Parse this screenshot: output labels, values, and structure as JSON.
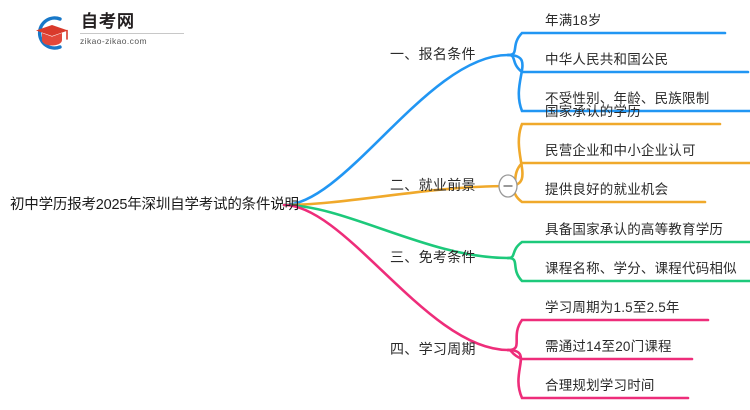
{
  "logo": {
    "name": "自考网",
    "domain": "zikao-zikao.com",
    "mark_icon": "graduation-cap-icon",
    "arc_color": "#1878C8",
    "cap_color": "#D93A2B"
  },
  "mindmap": {
    "root": {
      "label": "初中学历报考2025年深圳自学考试的条件说明"
    },
    "branches": [
      {
        "label": "一、报名条件",
        "color": "#2196F3",
        "collapsed_toggle": false,
        "children": [
          {
            "label": "年满18岁"
          },
          {
            "label": "中华人民共和国公民"
          },
          {
            "label": "不受性别、年龄、民族限制"
          }
        ]
      },
      {
        "label": "二、就业前景",
        "color": "#F0A92B",
        "collapsed_toggle": true,
        "toggle_icon": "minus-circle-icon",
        "children": [
          {
            "label": "国家承认的学历"
          },
          {
            "label": "民营企业和中小企业认可"
          },
          {
            "label": "提供良好的就业机会"
          }
        ]
      },
      {
        "label": "三、免考条件",
        "color": "#1DC97B",
        "collapsed_toggle": false,
        "children": [
          {
            "label": "具备国家承认的高等教育学历"
          },
          {
            "label": "课程名称、学分、课程代码相似"
          }
        ]
      },
      {
        "label": "四、学习周期",
        "color": "#EE2D7A",
        "collapsed_toggle": false,
        "children": [
          {
            "label": "学习周期为1.5至2.5年"
          },
          {
            "label": "需通过14至20门课程"
          },
          {
            "label": "合理规划学习时间"
          }
        ]
      }
    ]
  }
}
